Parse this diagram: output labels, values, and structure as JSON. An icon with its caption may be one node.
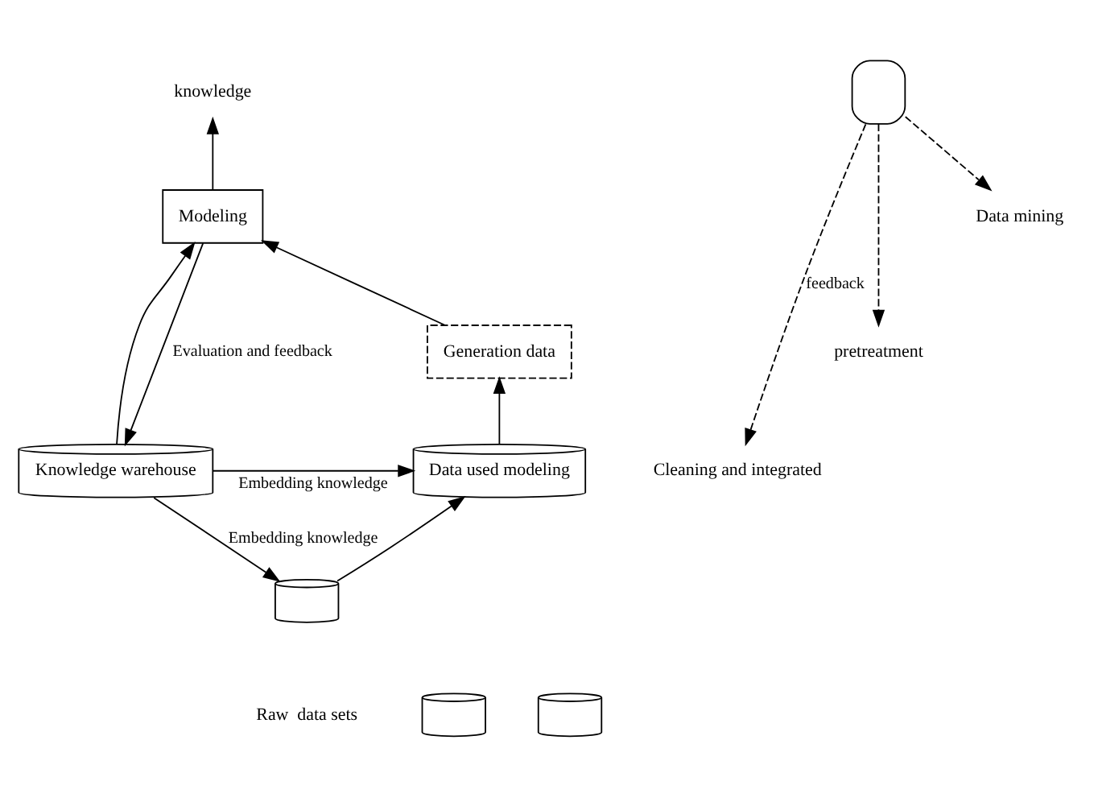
{
  "diagram": {
    "nodes": [
      {
        "text": [],
        "shape": "cylinder"
      },
      {
        "text": [],
        "shape": "cylinder"
      },
      {
        "text": [],
        "shape": "cylinder"
      },
      {
        "text": [
          "Cleaning and integrated"
        ]
      },
      {
        "text": [
          "Data used modeling"
        ]
      },
      {
        "text": [
          "pretreatment"
        ]
      },
      {
        "text": [
          "Generation data"
        ]
      },
      {
        "text": [
          "Data mining"
        ]
      },
      {
        "text": [
          "Modeling"
        ]
      },
      {
        "text": [
          "knowledge"
        ]
      },
      {
        "text": [],
        "shape": "person"
      },
      {
        "text": [
          "Knowledge warehouse"
        ]
      }
    ],
    "edges": [
      {
        "from": 10,
        "to": 3,
        "arrow": "to",
        "label": "feedback",
        "style": "dashed"
      },
      {
        "from": 10,
        "to": 5,
        "arrow": "to",
        "style": "dashed"
      },
      {
        "from": 10,
        "to": 7,
        "arrow": "to",
        "style": "dashed"
      },
      {
        "from": 0,
        "to": 4,
        "arrow": "to"
      },
      {
        "from": 4,
        "to": 6,
        "arrow": "to"
      },
      {
        "from": 6,
        "to": 8,
        "arrow": "to"
      },
      {
        "from": 8,
        "to": 9,
        "arrow": "to"
      },
      {
        "from": 8,
        "to": 11,
        "arrow": "to",
        "label": "Evaluation and feedback"
      },
      {
        "from": 11,
        "to": 8,
        "arrow": "to"
      },
      {
        "from": 11,
        "to": 4,
        "arrow": "to",
        "label": "Embedding knowledge"
      },
      {
        "from": 11,
        "to": 0,
        "arrow": "to",
        "label": "Embedding knowledge"
      }
    ],
    "labels": [
      "Raw  data sets"
    ]
  }
}
